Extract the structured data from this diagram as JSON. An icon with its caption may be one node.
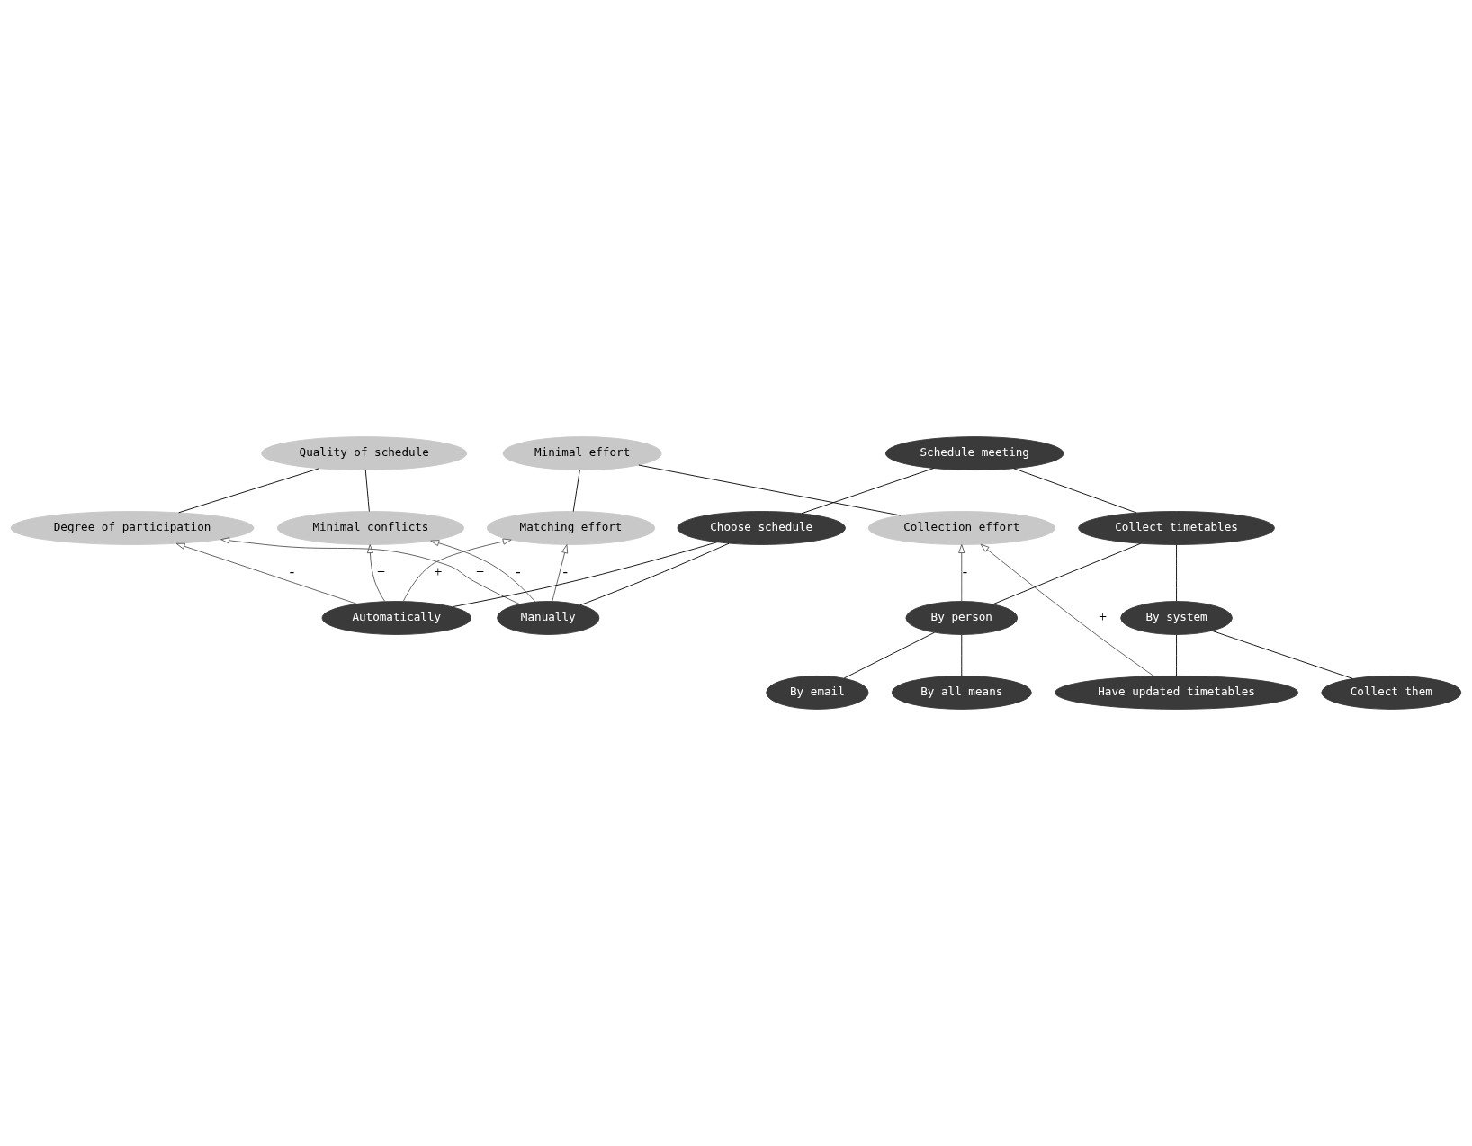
{
  "diagram": {
    "nodes": [
      {
        "text": [
          "Quality of schedule"
        ]
      },
      {
        "text": [
          "Minimal effort"
        ]
      },
      {
        "text": [
          "Degree of participation"
        ]
      },
      {
        "text": [
          "Minimal conflicts"
        ]
      },
      {
        "text": [
          "Matching effort"
        ]
      },
      {
        "text": [
          "Collection effort"
        ]
      },
      {
        "text": [
          "Schedule meeting"
        ]
      },
      {
        "text": [
          "Collect timetables"
        ]
      },
      {
        "text": [
          "Choose schedule"
        ]
      },
      {
        "text": [
          "By person"
        ]
      },
      {
        "text": [
          "By system"
        ]
      },
      {
        "text": [
          "Manually"
        ]
      },
      {
        "text": [
          "Automatically"
        ]
      },
      {
        "text": [
          "By all means"
        ]
      },
      {
        "text": [
          "By email"
        ]
      },
      {
        "text": [
          "Have updated timetables"
        ]
      },
      {
        "text": [
          "Collect them"
        ]
      }
    ],
    "edges": [
      {
        "from": 0,
        "to": 3,
        "arrow": "none"
      },
      {
        "from": 0,
        "to": 2,
        "arrow": "none"
      },
      {
        "from": 1,
        "to": 5,
        "arrow": "none"
      },
      {
        "from": 1,
        "to": 4,
        "arrow": "none"
      },
      {
        "from": 6,
        "to": 7,
        "arrow": "none"
      },
      {
        "from": 6,
        "to": 8,
        "arrow": "none"
      },
      {
        "from": 7,
        "to": 9,
        "arrow": "none"
      },
      {
        "from": 7,
        "to": 10,
        "arrow": "none"
      },
      {
        "from": 9,
        "to": 13,
        "arrow": "none"
      },
      {
        "from": 9,
        "to": 14,
        "arrow": "none"
      },
      {
        "from": 10,
        "to": 15,
        "arrow": "none"
      },
      {
        "from": 10,
        "to": 16,
        "arrow": "none"
      },
      {
        "from": 8,
        "to": 11,
        "arrow": "none"
      },
      {
        "from": 8,
        "to": 12,
        "arrow": "none"
      },
      {
        "from": 9,
        "to": 5,
        "arrow": "to",
        "label": "-"
      },
      {
        "from": 15,
        "to": 5,
        "arrow": "to",
        "label": "+"
      },
      {
        "from": 11,
        "to": 4,
        "arrow": "to",
        "label": "-"
      },
      {
        "from": 12,
        "to": 4,
        "arrow": "to",
        "label": "+"
      },
      {
        "from": 11,
        "to": 3,
        "arrow": "to",
        "label": "-"
      },
      {
        "from": 12,
        "to": 3,
        "arrow": "to",
        "label": "+"
      },
      {
        "from": 11,
        "to": 2,
        "arrow": "to",
        "label": "+"
      },
      {
        "from": 12,
        "to": 2,
        "arrow": "to",
        "label": "-"
      }
    ]
  }
}
